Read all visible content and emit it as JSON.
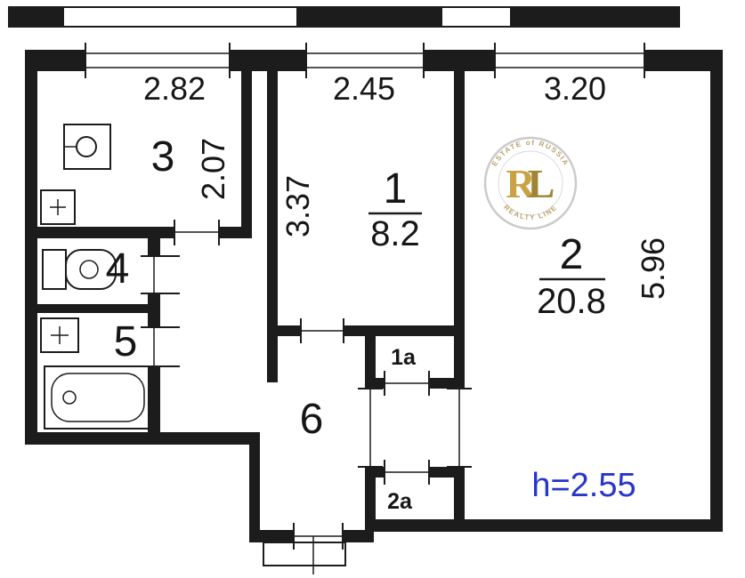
{
  "floorplan": {
    "rooms": {
      "room1": {
        "number": "1",
        "area": "8.2"
      },
      "room2": {
        "number": "2",
        "area": "20.8"
      },
      "kitchen": {
        "number": "3"
      },
      "toilet": {
        "number": "4"
      },
      "bathroom": {
        "number": "5"
      },
      "hallway": {
        "number": "6"
      },
      "closet1a": {
        "number": "1a"
      },
      "closet2a": {
        "number": "2a"
      }
    },
    "dimensions": {
      "kitchen_width": "2.82",
      "kitchen_depth": "2.07",
      "room1_width": "2.45",
      "room1_depth": "3.37",
      "room2_width": "3.20",
      "room2_depth": "5.96"
    },
    "ceiling_height": "h=2.55",
    "watermark": {
      "initial_r": "R",
      "initial_l": "L",
      "top_text": "ESTATE of RUSSIA",
      "bottom_text": "REALTY LINE"
    },
    "colors": {
      "wall": "#1c1c1c",
      "height_label": "#2636c8",
      "watermark_gold": "#c49a2f",
      "watermark_gold_dark": "#96781f",
      "watermark_ring": "#c6c6c6"
    }
  }
}
